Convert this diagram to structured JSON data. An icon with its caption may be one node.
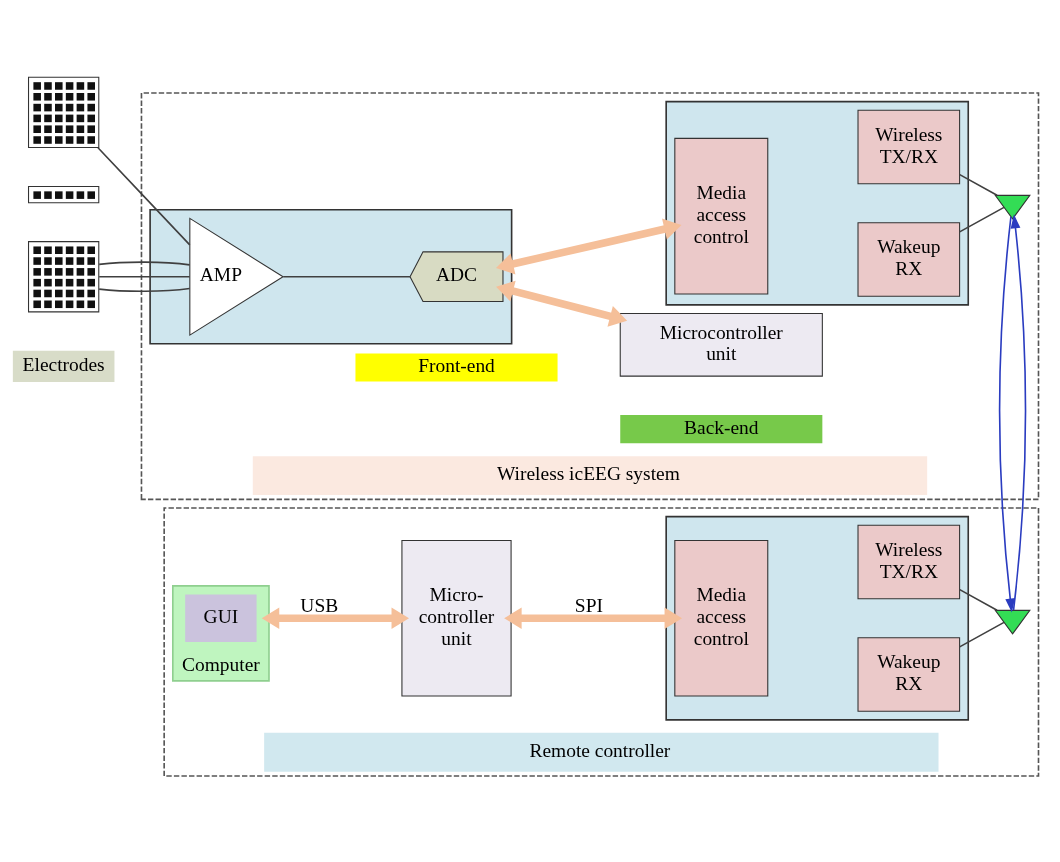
{
  "diagram": {
    "nodes": [
      {
        "text": [],
        "shape": "picture"
      },
      {
        "text": [],
        "shape": "picture"
      },
      {
        "text": [],
        "shape": "picture"
      },
      {
        "text": [
          "Wireless icEEG system"
        ]
      },
      {
        "text": [],
        "shape": "box",
        "in": 3
      },
      {
        "text": [
          "AMP"
        ],
        "in": 4
      },
      {
        "text": [
          "ADC"
        ],
        "in": 4
      },
      {
        "text": [],
        "shape": "box",
        "in": 3
      },
      {
        "text": [
          "Media access control"
        ],
        "in": 7
      },
      {
        "text": [
          "Wireless TX/RX"
        ],
        "in": 7
      },
      {
        "text": [
          "Wakeup RX"
        ],
        "in": 7
      },
      {
        "text": [],
        "shape": "triangle",
        "in": 3
      },
      {
        "text": [
          "Microcontroller unit"
        ],
        "in": 3
      },
      {
        "text": [
          "Front-end"
        ],
        "in": 3
      },
      {
        "text": [
          "Back-end"
        ],
        "in": 3
      },
      {
        "text": [
          "Electrodes"
        ]
      },
      {
        "text": [
          "Remote controller"
        ]
      },
      {
        "text": [
          "Computer"
        ],
        "in": 16
      },
      {
        "text": [
          "GUI"
        ],
        "in": 17
      },
      {
        "text": [
          "Micro- controller unit"
        ],
        "in": 16
      },
      {
        "text": [],
        "shape": "box",
        "in": 16
      },
      {
        "text": [
          "Media access control"
        ],
        "in": 20
      },
      {
        "text": [
          "Wireless TX/RX"
        ],
        "in": 20
      },
      {
        "text": [
          "Wakeup RX"
        ],
        "in": 20
      },
      {
        "text": [],
        "shape": "triangle",
        "in": 16
      }
    ],
    "edges": [
      {
        "from": 0,
        "to": 5,
        "arrow": "none"
      },
      {
        "from": 2,
        "to": 5,
        "arrow": "none"
      },
      {
        "from": 2,
        "to": 5,
        "arrow": "none"
      },
      {
        "from": 2,
        "to": 5,
        "arrow": "none"
      },
      {
        "from": 5,
        "to": 6,
        "arrow": "none"
      },
      {
        "from": 6,
        "to": 8,
        "arrow": "both",
        "style": "thick",
        "color": "#f5bf99"
      },
      {
        "from": 6,
        "to": 12,
        "arrow": "both",
        "style": "thick",
        "color": "#f5bf99"
      },
      {
        "from": 9,
        "to": 11,
        "arrow": "none"
      },
      {
        "from": 10,
        "to": 11,
        "arrow": "none"
      },
      {
        "from": 24,
        "to": 11,
        "arrow": "to",
        "color": "#2a3cc0"
      },
      {
        "from": 11,
        "to": 24,
        "arrow": "to",
        "color": "#2a3cc0"
      },
      {
        "from": 17,
        "to": 19,
        "arrow": "both",
        "label": "USB",
        "style": "thick",
        "color": "#f5bf99"
      },
      {
        "from": 19,
        "to": 21,
        "arrow": "both",
        "label": "SPI",
        "style": "thick",
        "color": "#f5bf99"
      },
      {
        "from": 22,
        "to": 24,
        "arrow": "none"
      },
      {
        "from": 23,
        "to": 24,
        "arrow": "none"
      }
    ]
  }
}
